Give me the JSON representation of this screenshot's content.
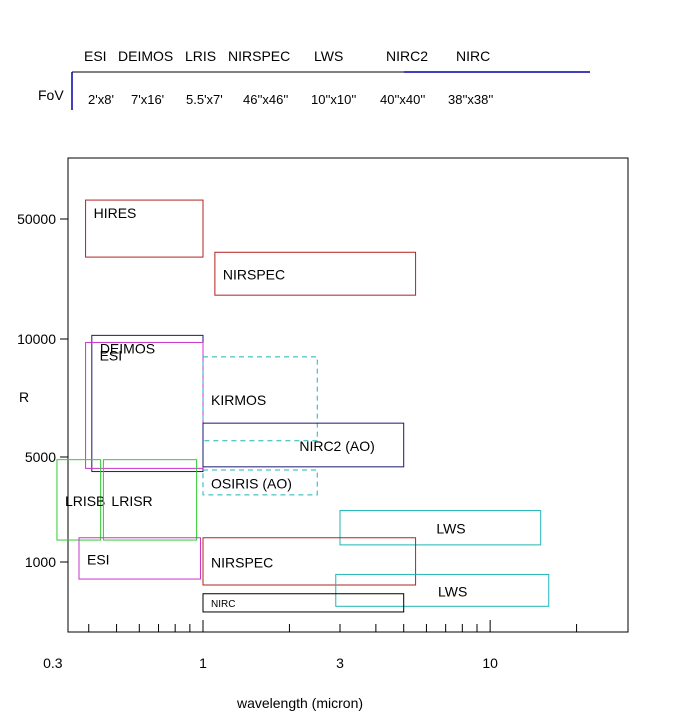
{
  "header": {
    "fov_label": "FoV",
    "instruments": [
      {
        "name": "ESI",
        "fov": "2'x8'"
      },
      {
        "name": "DEIMOS",
        "fov": "7'x16'"
      },
      {
        "name": "LRIS",
        "fov": "5.5'x7'"
      },
      {
        "name": "NIRSPEC",
        "fov": "46''x46''"
      },
      {
        "name": "LWS",
        "fov": "10''x10''"
      },
      {
        "name": "NIRC2",
        "fov": "40''x40''"
      },
      {
        "name": "NIRC",
        "fov": "38''x38''"
      }
    ]
  },
  "chart_data": {
    "type": "box",
    "title": "",
    "xlabel": "wavelength (micron)",
    "ylabel": "R",
    "x_scale": "log",
    "x_ticks": [
      0.3,
      1,
      3,
      10
    ],
    "x_tick_labels": [
      "0.3",
      "1",
      "3",
      "10"
    ],
    "y_ticks": [
      50000,
      10000,
      5000,
      1000
    ],
    "y_tick_labels": [
      "50000",
      "10000",
      "5000",
      "1000"
    ],
    "regions": [
      {
        "name": "HIRES",
        "x": [
          0.39,
          1.0
        ],
        "y": [
          30000,
          60000
        ],
        "color": "#b22222",
        "dashed": false
      },
      {
        "name": "NIRSPEC",
        "x": [
          1.1,
          5.5
        ],
        "y": [
          18000,
          32000
        ],
        "color": "#b22222",
        "dashed": false
      },
      {
        "name": "DEIMOS",
        "x": [
          0.41,
          1.0
        ],
        "y": [
          4000,
          10500
        ],
        "color": "#1a1a6e",
        "dashed": false
      },
      {
        "name": "ESI",
        "x": [
          0.39,
          1.0
        ],
        "y": [
          4200,
          9800
        ],
        "color": "#cc33cc",
        "dashed": false
      },
      {
        "name": "KIRMOS",
        "x": [
          1.0,
          2.5
        ],
        "y": [
          5500,
          9000
        ],
        "color": "#1fb5b5",
        "dashed": true
      },
      {
        "name": "NIRC2  (AO)",
        "x": [
          1.0,
          5.0
        ],
        "y": [
          4300,
          6100
        ],
        "color": "#1a1a6e",
        "dashed": false
      },
      {
        "name": "OSIRIS (AO)",
        "x": [
          1.0,
          2.5
        ],
        "y": [
          2800,
          4100
        ],
        "color": "#1fb5b5",
        "dashed": true
      },
      {
        "name": "LRISB",
        "x": [
          0.31,
          0.44
        ],
        "y": [
          1400,
          4800
        ],
        "color": "#33cc33",
        "dashed": false
      },
      {
        "name": "LRISR",
        "x": [
          0.45,
          0.95
        ],
        "y": [
          1400,
          4800
        ],
        "color": "#33cc33",
        "dashed": false
      },
      {
        "name": "LWS",
        "x": [
          3.0,
          15.0
        ],
        "y": [
          1300,
          2200
        ],
        "color": "#1fb5b5",
        "dashed": false
      },
      {
        "name": "ESI",
        "x": [
          0.37,
          0.98
        ],
        "y": [
          800,
          1450
        ],
        "color": "#cc33cc",
        "dashed": false
      },
      {
        "name": "NIRSPEC",
        "x": [
          1.0,
          5.5
        ],
        "y": [
          740,
          1450
        ],
        "color": "#b22222",
        "dashed": false
      },
      {
        "name": "LWS",
        "x": [
          2.9,
          16.0
        ],
        "y": [
          560,
          850
        ],
        "color": "#1fb5b5",
        "dashed": false
      },
      {
        "name": "NIRC",
        "x": [
          1.0,
          5.0
        ],
        "y": [
          520,
          660
        ],
        "color": "#000000",
        "dashed": false
      }
    ]
  }
}
